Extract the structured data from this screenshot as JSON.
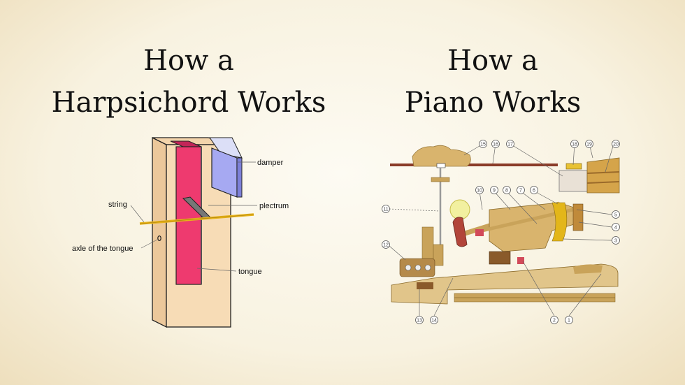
{
  "left": {
    "title_line1": "How a",
    "title_line2": "Harpsichord Works",
    "labels": {
      "damper": "damper",
      "string": "string",
      "plectrum": "plectrum",
      "axle": "axle of the tongue",
      "tongue": "tongue"
    },
    "colors": {
      "wood": "#f7dcb6",
      "tongue": "#e8336a",
      "damper": "#a6a9f2",
      "string": "#e6b21a"
    }
  },
  "right": {
    "title_line1": "How a",
    "title_line2": "Piano Works",
    "callouts": [
      "1",
      "2",
      "3",
      "4",
      "5",
      "6",
      "7",
      "8",
      "9",
      "10",
      "11",
      "12",
      "13",
      "14",
      "15",
      "16",
      "17",
      "18",
      "19",
      "20"
    ]
  }
}
